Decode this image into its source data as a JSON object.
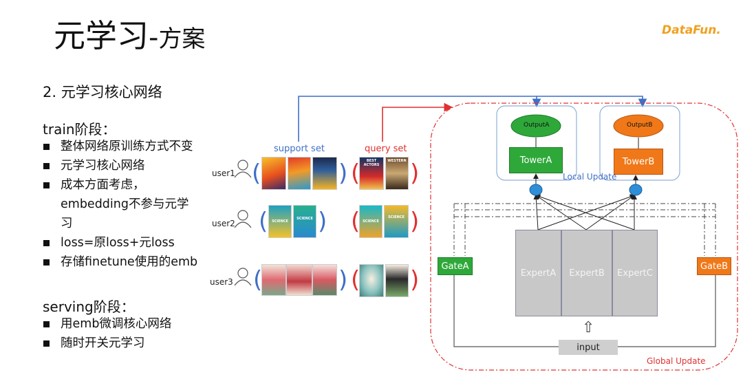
{
  "slide": {
    "title_main": "元学习",
    "title_dash": "-",
    "title_suffix": "方案",
    "logo_text": "DataFun.",
    "section_title": "2. 元学习核心网络"
  },
  "train": {
    "label": "train阶段：",
    "bullets": [
      "整体网络原训练方式不变",
      "元学习核心网络",
      "成本方面考虑，",
      "loss=原loss+元loss",
      "存储finetune使用的emb"
    ],
    "bullet3_cont": "embedding不参与元学",
    "bullet3_cont2": "习"
  },
  "serving": {
    "label": "serving阶段：",
    "bullets": [
      "用emb微调核心网络",
      "随时开关元学习"
    ]
  },
  "diagram": {
    "support_label": "support set",
    "query_label": "query set",
    "users": [
      "user1",
      "user2",
      "user3"
    ],
    "cover_texts": {
      "science": "SCIENCE",
      "best_actors": "BEST ACTORS",
      "western": "WESTERN"
    },
    "output_a": "OutputA",
    "output_b": "OutputB",
    "tower_a": "TowerA",
    "tower_b": "TowerB",
    "local_update": "Local Update",
    "gate_a": "GateA",
    "gate_b": "GateB",
    "experts": [
      "ExpertA",
      "ExpertB",
      "ExpertC"
    ],
    "input_label": "input",
    "up_arrow": "⇧",
    "global_update": "Global Update"
  },
  "colors": {
    "blue": "#3f6fc7",
    "red": "#e03030",
    "green": "#2fa83a",
    "orange": "#f07818",
    "gray": "#c8c8c8"
  }
}
